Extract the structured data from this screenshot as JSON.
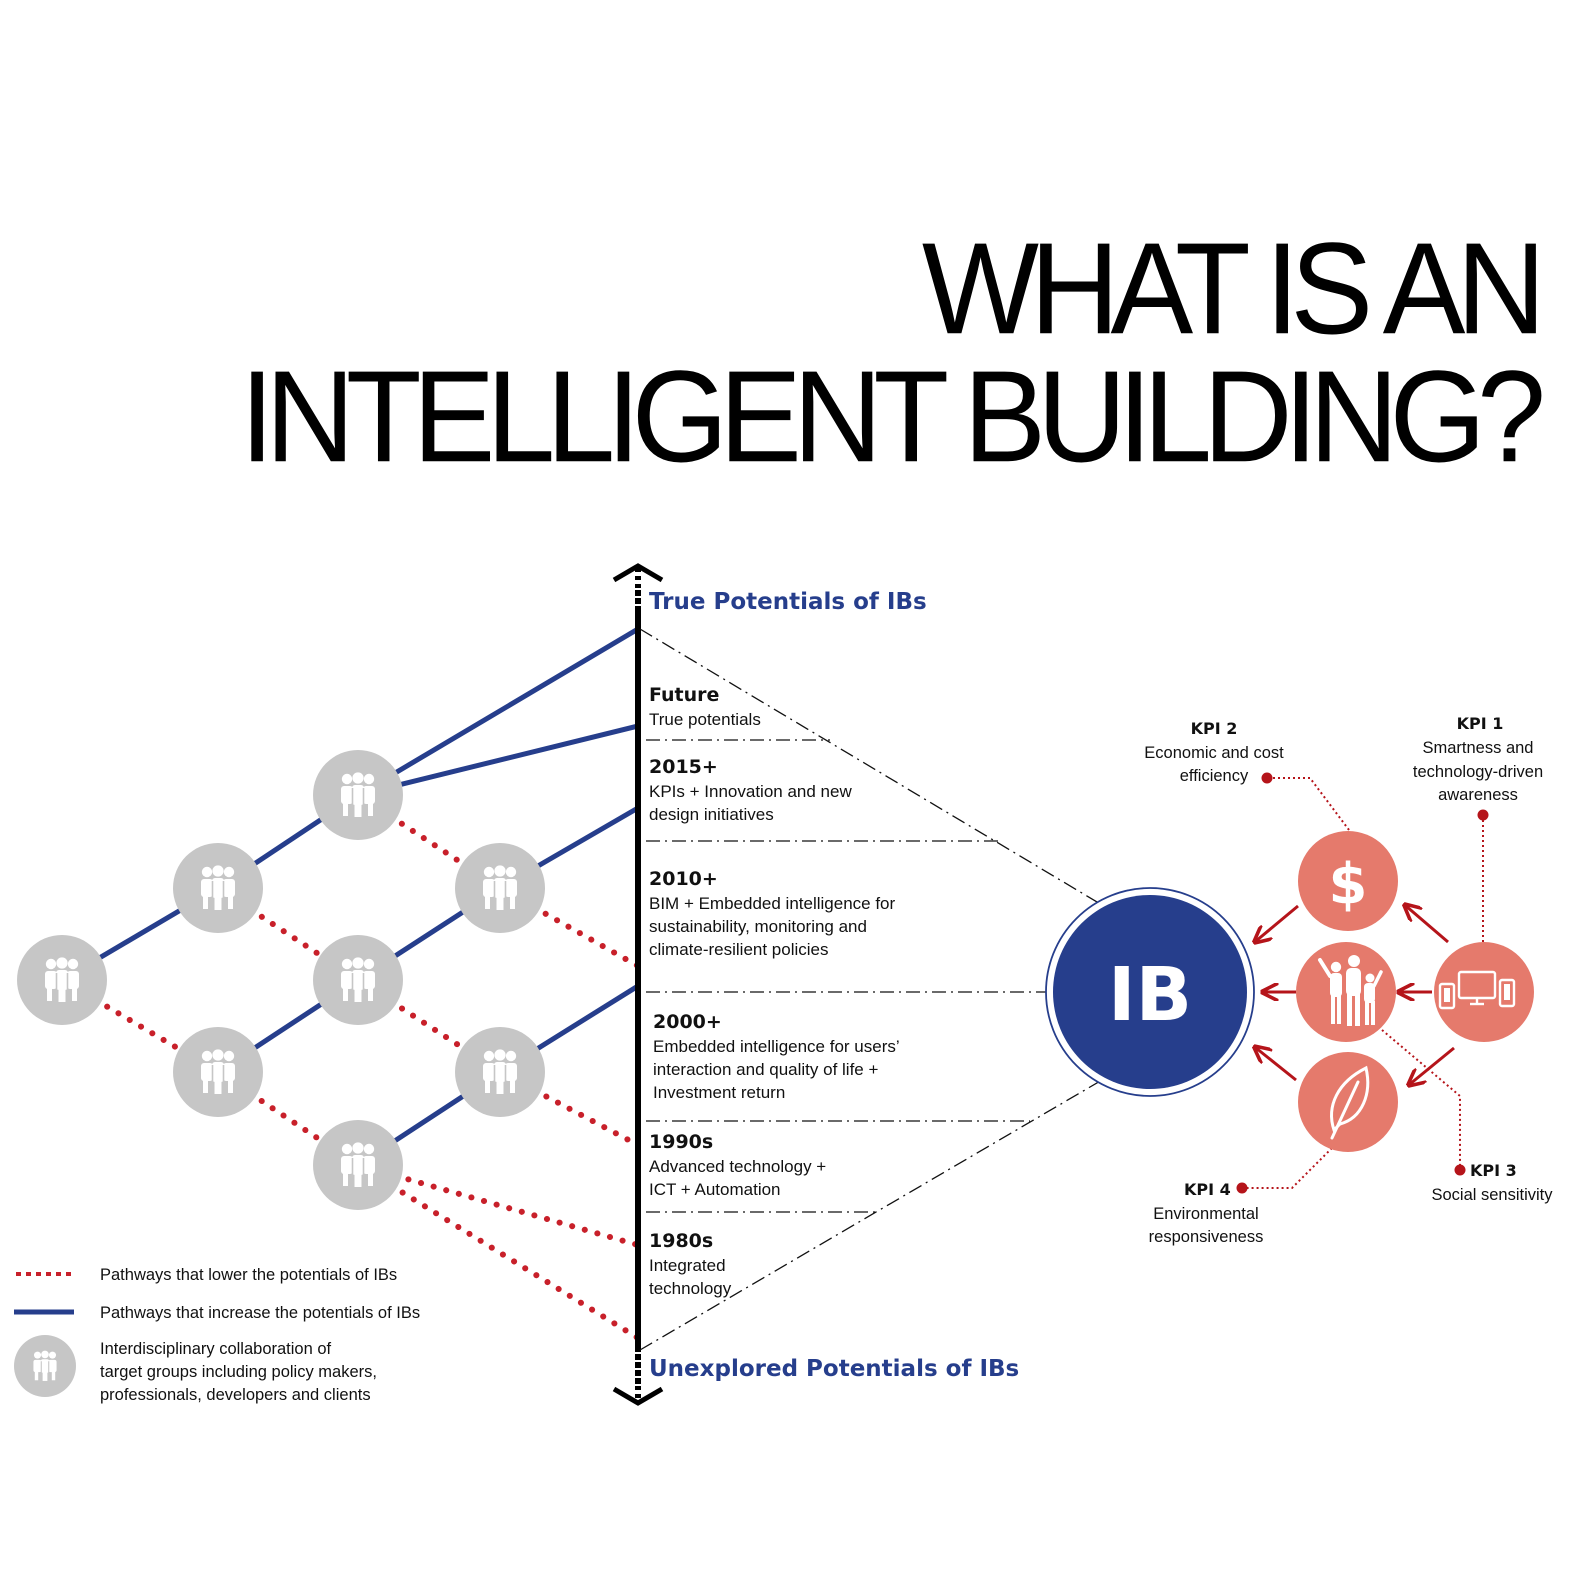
{
  "title": {
    "line1": "WHAT IS AN",
    "line2": "INTELLIGENT BUILDING?"
  },
  "axis": {
    "top_label": "True Potentials of IBs",
    "bottom_label": "Unexplored Potentials of IBs"
  },
  "eras": [
    {
      "heading": "Future",
      "lines": [
        "True potentials"
      ]
    },
    {
      "heading": "2015+",
      "lines": [
        "KPIs + Innovation and new",
        "design initiatives"
      ]
    },
    {
      "heading": "2010+",
      "lines": [
        "BIM + Embedded intelligence for",
        "sustainability, monitoring and",
        "climate-resilient policies"
      ]
    },
    {
      "heading": "2000+",
      "lines": [
        "Embedded intelligence for users’",
        "interaction and quality of life +",
        "Investment return"
      ]
    },
    {
      "heading": "1990s",
      "lines": [
        "Advanced technology +",
        "ICT + Automation"
      ]
    },
    {
      "heading": "1980s",
      "lines": [
        "Integrated",
        "technology"
      ]
    }
  ],
  "ib_label": "IB",
  "kpis": [
    {
      "heading": "KPI 1",
      "lines": [
        "Smartness and",
        "technology-driven",
        "awareness"
      ],
      "icon": "devices-icon"
    },
    {
      "heading": "KPI 2",
      "lines": [
        "Economic and cost",
        "efficiency"
      ],
      "icon": "dollar-icon",
      "glyph": "$"
    },
    {
      "heading": "KPI 3",
      "lines": [
        "Social sensitivity"
      ],
      "icon": "people-icon"
    },
    {
      "heading": "KPI 4",
      "lines": [
        "Environmental",
        "responsiveness"
      ],
      "icon": "leaf-icon"
    }
  ],
  "legend": [
    {
      "text_lines": [
        "Pathways that lower the potentials of IBs"
      ],
      "style": "dotted-red"
    },
    {
      "text_lines": [
        "Pathways that increase the potentials of IBs"
      ],
      "style": "solid-blue"
    },
    {
      "text_lines": [
        "Interdisciplinary collaboration of",
        "target groups including policy makers,",
        "professionals, developers and clients"
      ],
      "style": "group-icon"
    }
  ],
  "colors": {
    "navy": "#263e8c",
    "red_dots": "#c8202a",
    "salmon": "#e57a6c",
    "arrow_red": "#b5141a",
    "node_gray": "#c6c6c6"
  }
}
